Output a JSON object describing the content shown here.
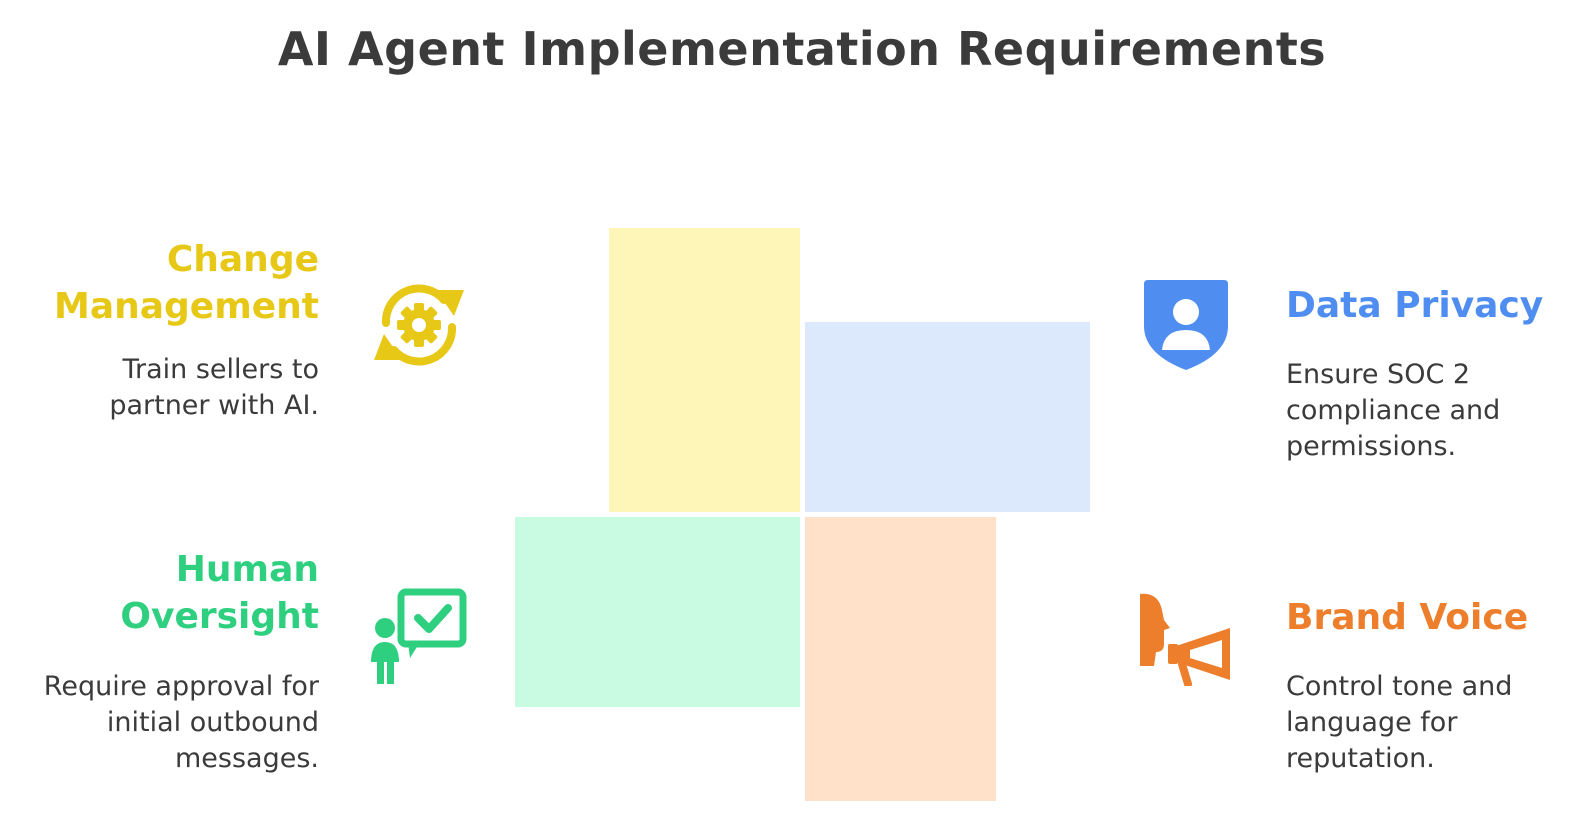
{
  "title": "AI Agent Implementation Requirements",
  "colors": {
    "title": "#3b3b3b",
    "change": "#e8c817",
    "privacy": "#4f8ef0",
    "human": "#2fcf80",
    "brand": "#ec7e2c",
    "block_yellow": "#fdf6b8",
    "block_blue": "#dce8fc",
    "block_green": "#c9fbe2",
    "block_orange": "#fee1c8"
  },
  "quadrants": {
    "change": {
      "label_line1": "Change",
      "label_line2": "Management",
      "desc_line1": "Train sellers to",
      "desc_line2": "partner with AI.",
      "icon": "gear-cycle-icon"
    },
    "privacy": {
      "label": "Data Privacy",
      "desc_line1": "Ensure SOC 2",
      "desc_line2": "compliance and",
      "desc_line3": "permissions.",
      "icon": "shield-user-icon"
    },
    "human": {
      "label_line1": "Human",
      "label_line2": "Oversight",
      "desc_line1": "Require approval for",
      "desc_line2": "initial outbound",
      "desc_line3": "messages.",
      "icon": "person-approval-icon"
    },
    "brand": {
      "label": "Brand Voice",
      "desc_line1": "Control tone and",
      "desc_line2": "language for",
      "desc_line3": "reputation.",
      "icon": "megaphone-head-icon"
    }
  }
}
